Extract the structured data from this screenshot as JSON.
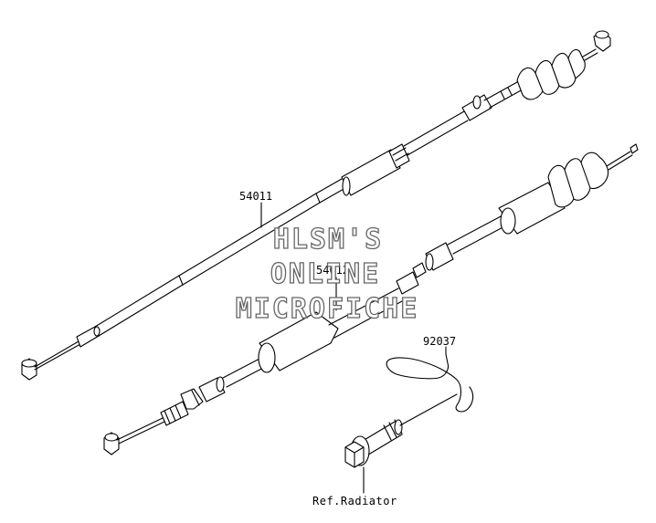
{
  "parts": {
    "clutch_cable_number": "54011",
    "throttle_cable_number": "54012",
    "clip_number": "92037",
    "reference_note": "Ref.Radiator"
  },
  "watermark": {
    "line1": "HLSM'S",
    "line2": "ONLINE",
    "line3": "MICROFICHE"
  }
}
